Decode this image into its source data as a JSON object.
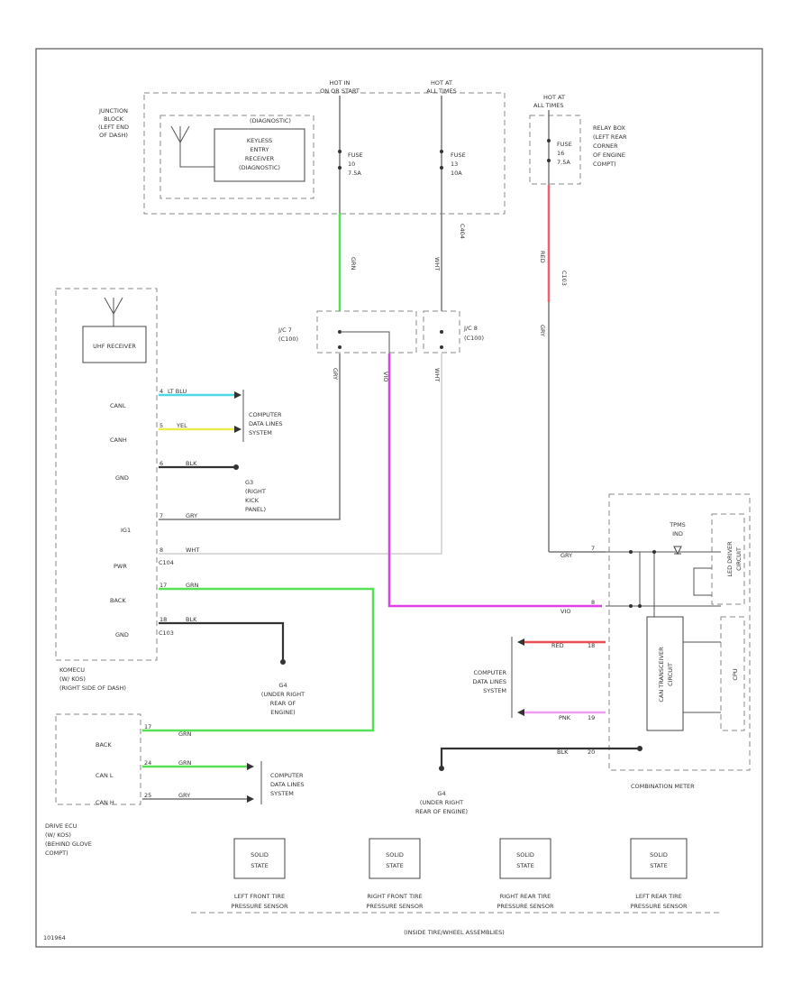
{
  "diagram": {
    "page_code": "101964",
    "junction_block": {
      "label_lines": [
        "JUNCTION",
        "BLOCK",
        "(LEFT END",
        "OF DASH)"
      ],
      "hot_in_lines": [
        "HOT IN",
        "ON OR START"
      ],
      "hot_at_lines": [
        "HOT AT",
        "ALL TIMES"
      ],
      "antenna_box_title": "(DIAGNOSTIC)",
      "receiver_lines": [
        "KEYLESS",
        "ENTRY",
        "RECEIVER",
        "(DIAGNOSTIC)"
      ],
      "fuse1_lines": [
        "FUSE",
        "10",
        "7.5A"
      ],
      "fuse2_lines": [
        "FUSE",
        "13",
        "10A"
      ]
    },
    "relay_box": {
      "hot_lines": [
        "HOT AT",
        "ALL TIMES"
      ],
      "fuse_lines": [
        "FUSE",
        "16",
        "7.5A"
      ],
      "label_lines": [
        "RELAY BOX",
        "(LEFT REAR",
        "CORNER",
        "OF ENGINE",
        "COMPT)"
      ]
    },
    "wire_codes": {
      "grn_top": "GRN",
      "wht_top": "WHT",
      "red_top": "RED",
      "red_code": "C103",
      "wht_code": "C404",
      "gry_mid": "GRY",
      "vio_mid": "VIO",
      "wht_mid": "WHT",
      "gry_relay": "GRY"
    },
    "joints": {
      "j1": [
        "J/C 7",
        "(C100)"
      ],
      "j2": [
        "J/C 8",
        "(C100)"
      ]
    },
    "tpms_unit": {
      "receiver_label": "UHF RECEIVER",
      "pins": [
        {
          "name": "CANL",
          "wire": "LT BLU",
          "pin": "4"
        },
        {
          "name": "CANH",
          "wire": "YEL",
          "pin": "5"
        },
        {
          "name": "GND",
          "wire": "BLK",
          "pin": "6"
        },
        {
          "name": "IG1",
          "wire": "GRY",
          "pin": "7"
        },
        {
          "name": "PWR",
          "wire": "WHT",
          "pin": "8"
        },
        {
          "name": "BACK",
          "wire": "GRN",
          "pin": "17"
        },
        {
          "name": "GND",
          "wire": "BLK",
          "pin": "18"
        }
      ],
      "connector_pwr": "C104",
      "connector_gnd": "C103",
      "label_lines": [
        "KOMECU",
        "(W/ KOS)",
        "(RIGHT SIDE OF DASH)"
      ]
    },
    "computer_lines_1": [
      "COMPUTER",
      "DATA LINES",
      "SYSTEM"
    ],
    "ground_g3": [
      "G3",
      "(RIGHT",
      "KICK",
      "PANEL)"
    ],
    "ground_g4_a": [
      "G4",
      "(UNDER RIGHT",
      "REAR OF",
      "ENGINE)"
    ],
    "ground_g4_b": [
      "G4",
      "(UNDER RIGHT",
      "REAR OF ENGINE)"
    ],
    "drive_ecu": {
      "pins": [
        {
          "name": "BACK",
          "wire": "GRN",
          "pin": "17"
        },
        {
          "name": "CAN L",
          "wire": "GRN",
          "pin": "24"
        },
        {
          "name": "CAN H",
          "wire": "GRY",
          "pin": "25"
        }
      ],
      "label_lines": [
        "DRIVE ECU",
        "(W/ KOS)",
        "(BEHIND GLOVE",
        "COMPT)"
      ],
      "computer_lines": [
        "COMPUTER",
        "DATA LINES",
        "SYSTEM"
      ]
    },
    "combination_meter": {
      "title": "COMBINATION METER",
      "tpms_ind_lines": [
        "TPMS",
        "IND"
      ],
      "led_driver_lines": [
        "LED DRIVER",
        "CIRCUIT"
      ],
      "can_circuit_lines": [
        "CAN TRANSCEIVER",
        "CIRCUIT"
      ],
      "cpu_label": "CPU",
      "computer_lines": [
        "COMPUTER",
        "DATA LINES",
        "SYSTEM"
      ],
      "pins": [
        {
          "wire": "GRY",
          "pin": "7"
        },
        {
          "wire": "VIO",
          "pin": "8"
        },
        {
          "wire": "RED",
          "pin": "18"
        },
        {
          "wire": "PNK",
          "pin": "19"
        },
        {
          "wire": "BLK",
          "pin": "20"
        }
      ]
    },
    "sensors": [
      {
        "state_lines": [
          "SOLID",
          "STATE"
        ],
        "name_lines": [
          "LEFT FRONT TIRE",
          "PRESSURE SENSOR"
        ]
      },
      {
        "state_lines": [
          "SOLID",
          "STATE"
        ],
        "name_lines": [
          "RIGHT FRONT TIRE",
          "PRESSURE SENSOR"
        ]
      },
      {
        "state_lines": [
          "SOLID",
          "STATE"
        ],
        "name_lines": [
          "RIGHT REAR TIRE",
          "PRESSURE SENSOR"
        ]
      },
      {
        "state_lines": [
          "SOLID",
          "STATE"
        ],
        "name_lines": [
          "LEFT REAR TIRE",
          "PRESSURE SENSOR"
        ]
      }
    ],
    "sensor_footer": "(INSIDE TIRE/WHEEL ASSEMBLIES)"
  }
}
